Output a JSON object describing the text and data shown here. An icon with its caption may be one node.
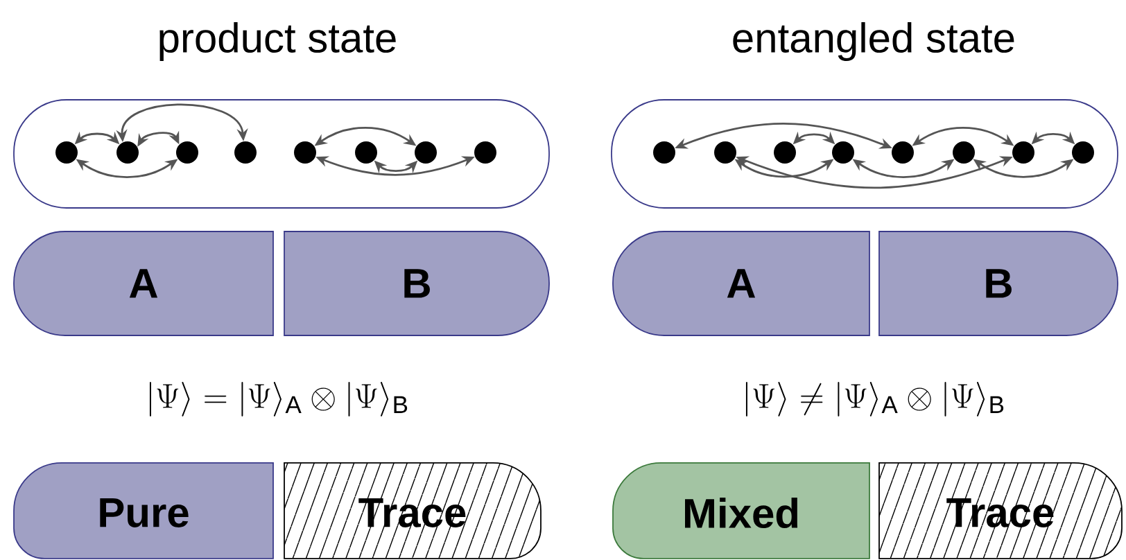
{
  "diagram": {
    "nodes": [
      {
        "text": [],
        "shape": "box"
      },
      {
        "text": [],
        "shape": "circle",
        "in": 0
      },
      {
        "text": [],
        "shape": "circle",
        "in": 0
      },
      {
        "text": [],
        "shape": "circle",
        "in": 0
      },
      {
        "text": [],
        "shape": "circle",
        "in": 0
      },
      {
        "text": [],
        "shape": "circle",
        "in": 0
      },
      {
        "text": [],
        "shape": "circle",
        "in": 0
      },
      {
        "text": [],
        "shape": "circle",
        "in": 0
      },
      {
        "text": [],
        "shape": "circle",
        "in": 0
      },
      {
        "text": [],
        "shape": "box"
      },
      {
        "text": [],
        "shape": "circle",
        "in": 9
      },
      {
        "text": [],
        "shape": "circle",
        "in": 9
      },
      {
        "text": [],
        "shape": "circle",
        "in": 9
      },
      {
        "text": [],
        "shape": "circle",
        "in": 9
      },
      {
        "text": [],
        "shape": "circle",
        "in": 9
      },
      {
        "text": [],
        "shape": "circle",
        "in": 9
      },
      {
        "text": [],
        "shape": "circle",
        "in": 9
      },
      {
        "text": [],
        "shape": "circle",
        "in": 9
      },
      {
        "text": [
          "A"
        ]
      },
      {
        "text": [
          "B"
        ]
      },
      {
        "text": [
          "A"
        ]
      },
      {
        "text": [
          "B"
        ]
      },
      {
        "text": [
          "Pure"
        ]
      },
      {
        "text": [
          "Trace"
        ]
      },
      {
        "text": [
          "Mixed"
        ]
      },
      {
        "text": [
          "Trace"
        ]
      }
    ],
    "edges": [
      {
        "from": 1,
        "to": 2,
        "arrow": "both"
      },
      {
        "from": 2,
        "to": 3,
        "arrow": "both"
      },
      {
        "from": 2,
        "to": 4,
        "arrow": "both"
      },
      {
        "from": 1,
        "to": 3,
        "arrow": "both"
      },
      {
        "from": 5,
        "to": 7,
        "arrow": "both"
      },
      {
        "from": 6,
        "to": 7,
        "arrow": "both"
      },
      {
        "from": 5,
        "to": 8,
        "arrow": "both"
      },
      {
        "from": 10,
        "to": 14,
        "arrow": "both"
      },
      {
        "from": 12,
        "to": 13,
        "arrow": "both"
      },
      {
        "from": 14,
        "to": 16,
        "arrow": "both"
      },
      {
        "from": 16,
        "to": 17,
        "arrow": "both"
      },
      {
        "from": 11,
        "to": 13,
        "arrow": "both"
      },
      {
        "from": 13,
        "to": 15,
        "arrow": "both"
      },
      {
        "from": 15,
        "to": 17,
        "arrow": "both"
      },
      {
        "from": 11,
        "to": 16,
        "arrow": "both"
      }
    ],
    "labels": [
      "product state",
      "entangled state",
      "|\\Psi\\rangle = |\\Psi\\rangle_{\\mathrm{A}} \\otimes |\\Psi\\rangle_{\\mathrm{B}}",
      "|\\Psi\\rangle \\neq |\\Psi\\rangle_{\\mathrm{A}} \\otimes |\\Psi\\rangle_{\\mathrm{B}}"
    ]
  }
}
